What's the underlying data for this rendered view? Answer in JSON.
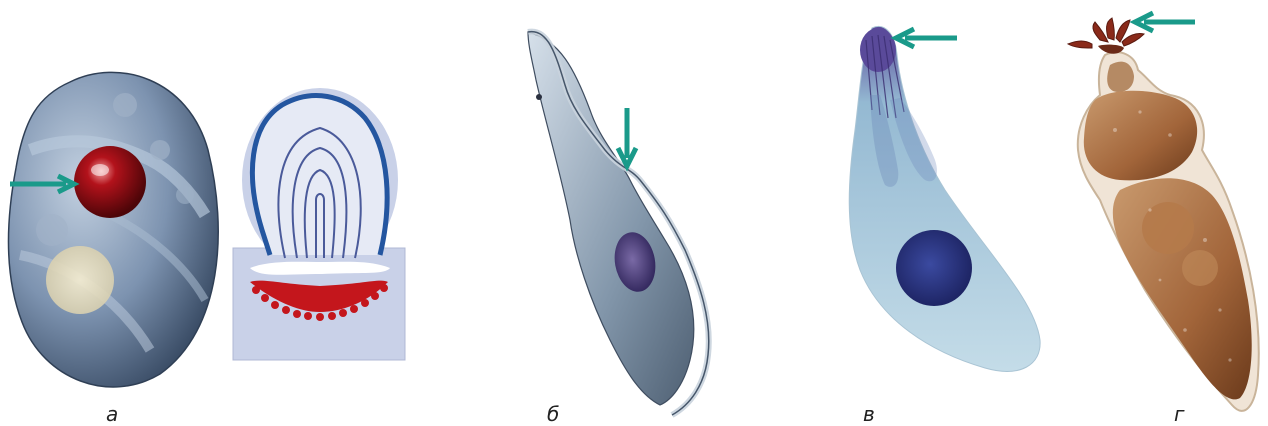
{
  "figure": {
    "panels": [
      {
        "id": "a",
        "label": "а"
      },
      {
        "id": "b",
        "label": "б"
      },
      {
        "id": "v",
        "label": "в"
      },
      {
        "id": "g",
        "label": "г"
      }
    ],
    "colors": {
      "arrow": "#1a9a8a",
      "cell_blue": "#7f95b2",
      "cell_dark": "#3f536e",
      "organelle_red": "#b0141b",
      "nucleus_purple": "#4a3a7a",
      "flagellate_body": "#a6c6d6",
      "gregarine_brown": "#a8683d",
      "gregarine_head": "#8a2a1a"
    }
  }
}
